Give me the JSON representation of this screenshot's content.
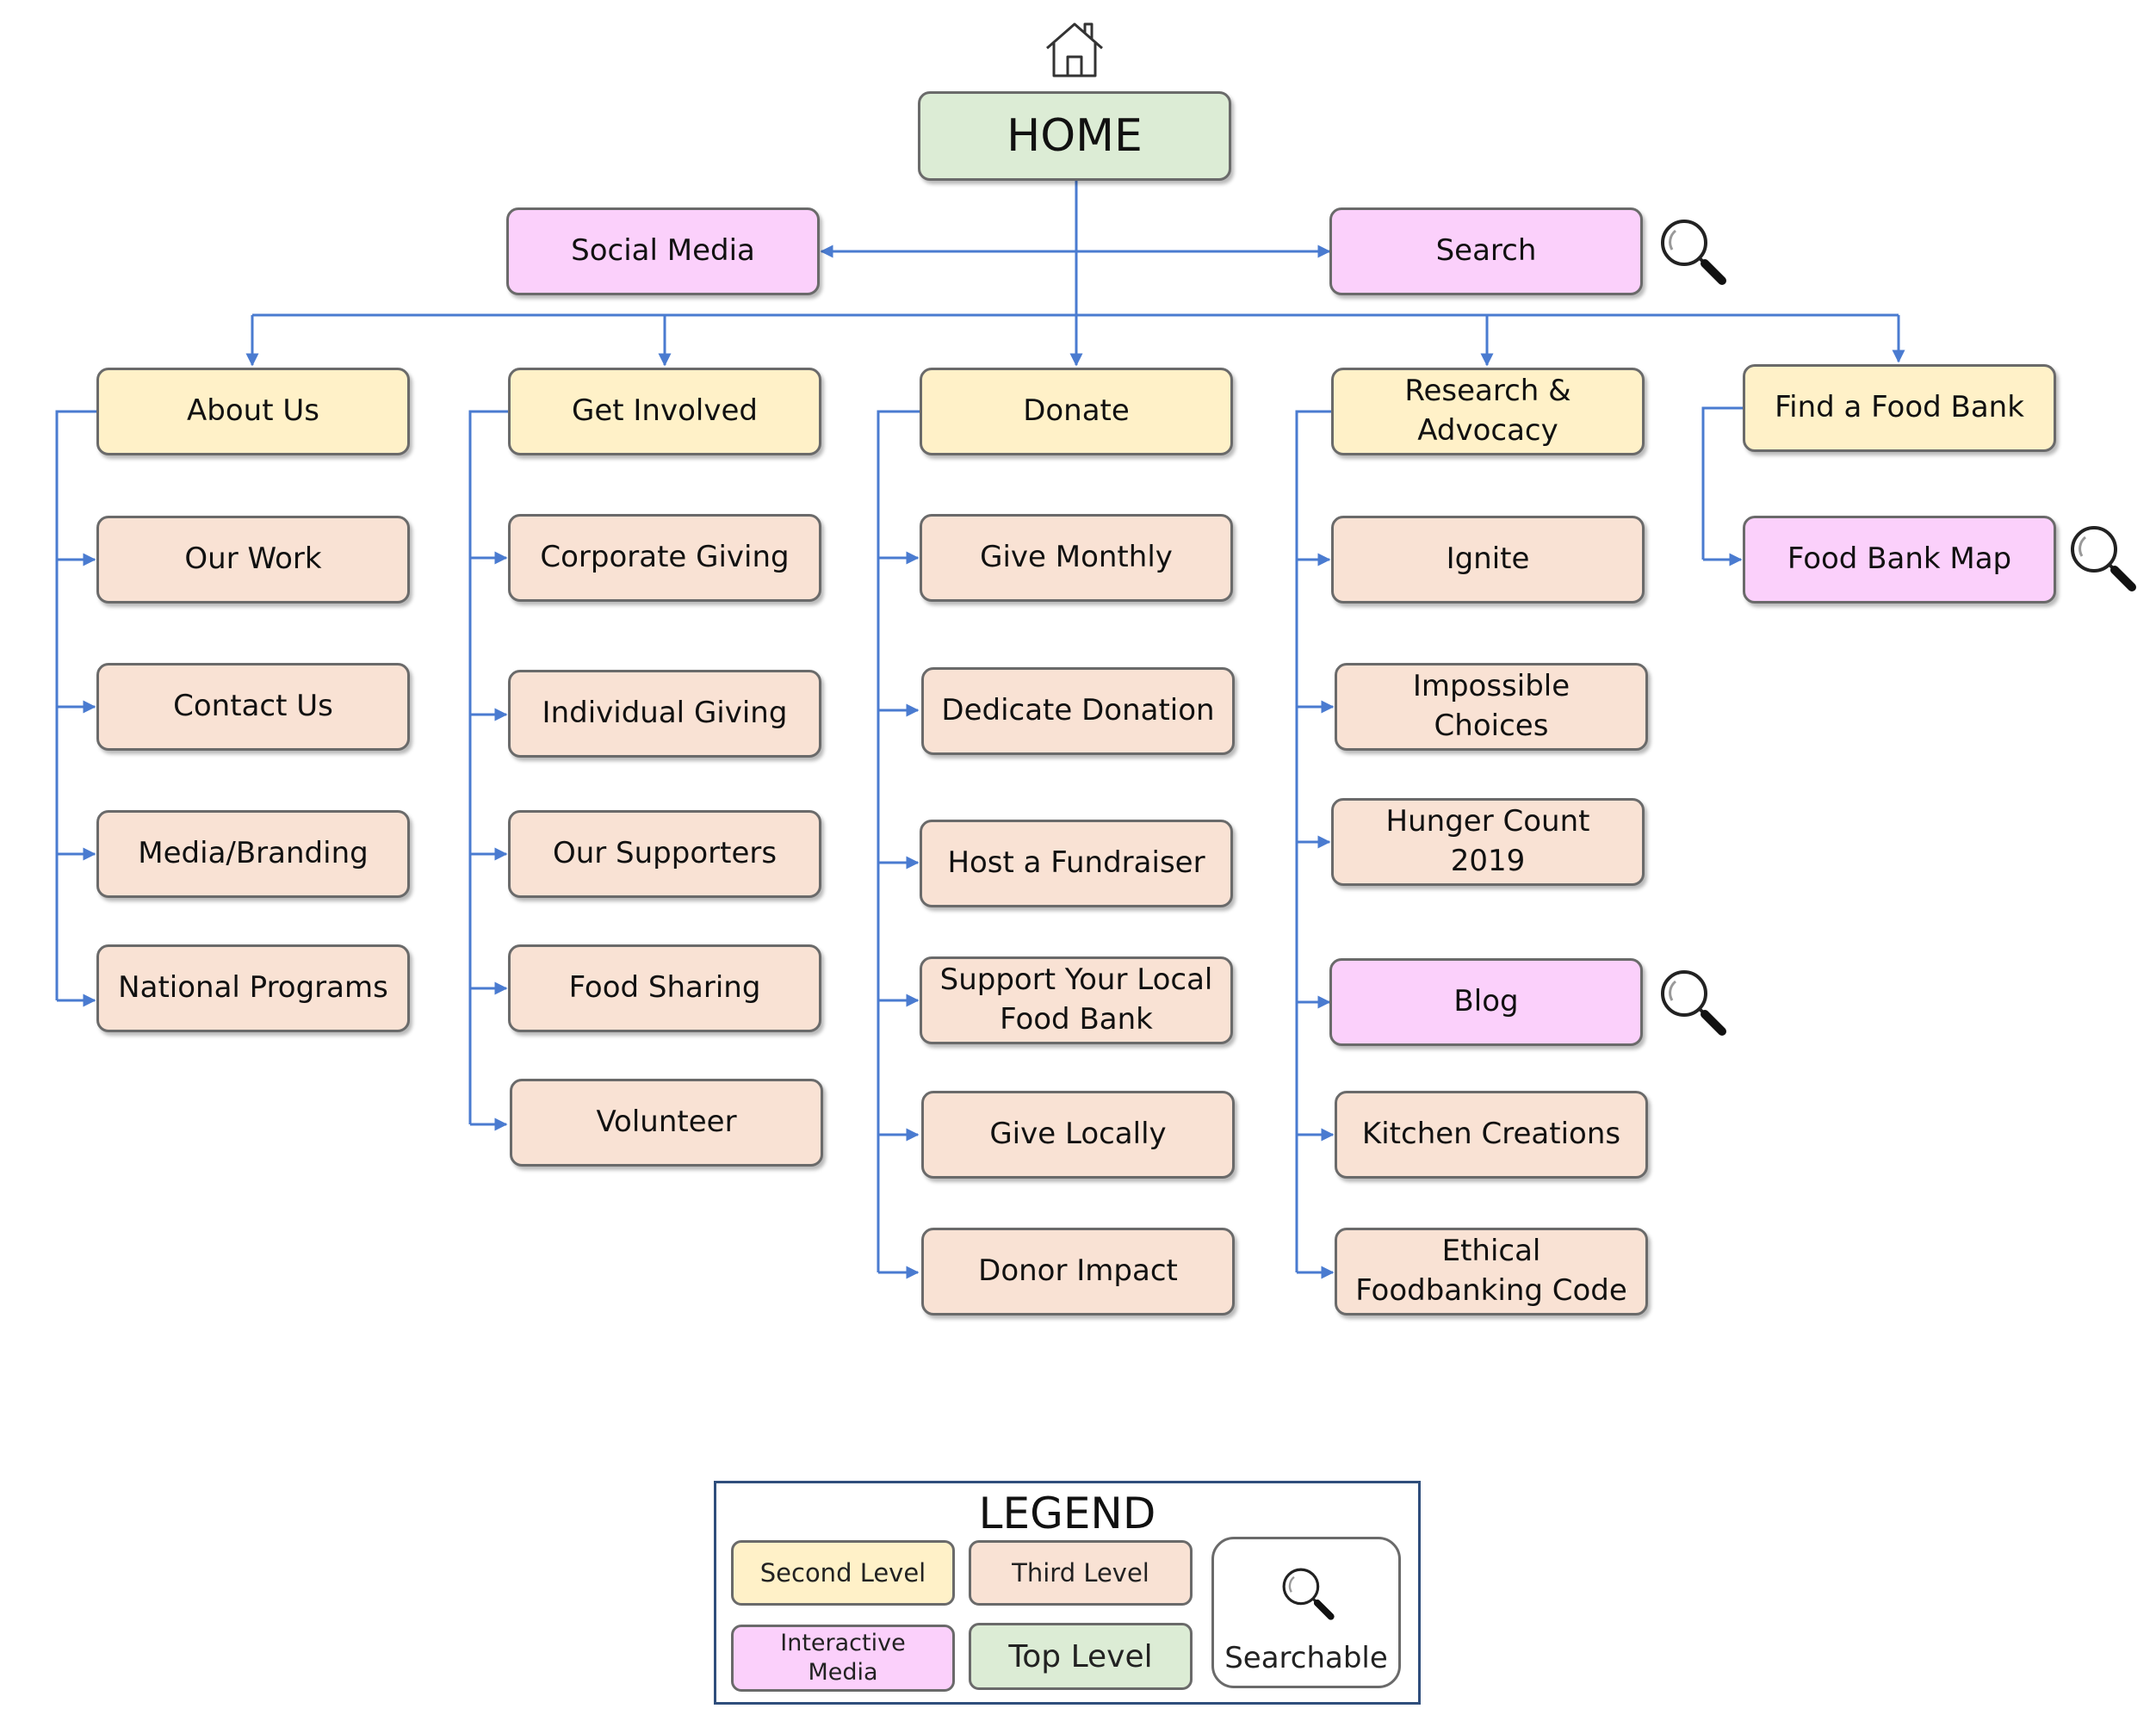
{
  "diagram": {
    "home": "HOME",
    "social_media": "Social Media",
    "search": "Search",
    "columns": {
      "about_us": {
        "label": "About Us",
        "children": [
          "Our Work",
          "Contact Us",
          "Media/Branding",
          "National Programs"
        ]
      },
      "get_involved": {
        "label": "Get Involved",
        "children": [
          "Corporate Giving",
          "Individual Giving",
          "Our Supporters",
          "Food Sharing",
          "Volunteer"
        ]
      },
      "donate": {
        "label": "Donate",
        "children": [
          "Give Monthly",
          "Dedicate Donation",
          "Host a Fundraiser",
          "Support Your Local\nFood Bank",
          "Give Locally",
          "Donor Impact"
        ]
      },
      "research_advocacy": {
        "label": "Research &\nAdvocacy",
        "children": [
          "Ignite",
          "Impossible\nChoices",
          "Hunger Count\n2019",
          "Blog",
          "Kitchen Creations",
          "Ethical\nFoodbanking Code"
        ]
      },
      "find_food_bank": {
        "label": "Find a Food Bank",
        "children": [
          "Food Bank Map"
        ]
      }
    }
  },
  "legend": {
    "title": "LEGEND",
    "second_level": "Second Level",
    "third_level": "Third Level",
    "interactive_media": "Interactive\nMedia",
    "top_level": "Top Level",
    "searchable": "Searchable"
  },
  "colors": {
    "top_level": "#dcecd5",
    "second_level": "#fff1c8",
    "third_level": "#f9e2d4",
    "interactive_media": "#fbd0fb",
    "connector": "#4a7bd0"
  },
  "icons": [
    "home-icon",
    "magnifier-icon"
  ]
}
